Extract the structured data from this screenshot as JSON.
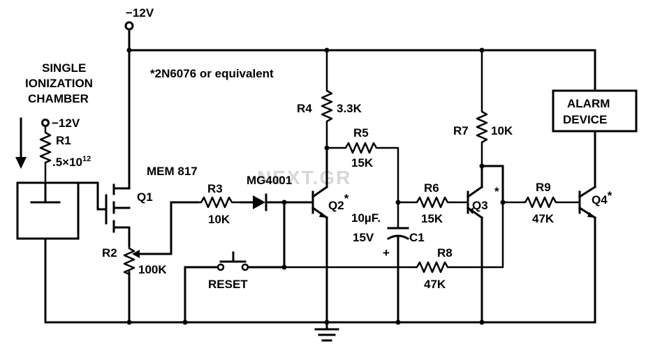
{
  "supply": {
    "top": "−12V",
    "r1": "−12V"
  },
  "chamber": {
    "line1": "SINGLE",
    "line2": "IONIZATION",
    "line3": "CHAMBER"
  },
  "note": "*2N6076 or equivalent",
  "watermark": "NEXT.GR",
  "r1": {
    "name": "R1",
    "value": ".5×10",
    "exp": "12"
  },
  "q1": {
    "part": "MEM 817",
    "name": "Q1"
  },
  "r2": {
    "name": "R2",
    "value": "100K"
  },
  "r3": {
    "name": "R3",
    "value": "10K"
  },
  "diode": {
    "part": "MG4001"
  },
  "r4": {
    "name": "R4",
    "value": "3.3K"
  },
  "r5": {
    "name": "R5",
    "value": "15K"
  },
  "q2": {
    "name": "Q2",
    "star": "*"
  },
  "c1": {
    "value1": "10µF.",
    "value2": "15V",
    "name": "C1",
    "polarity": "+"
  },
  "r6": {
    "name": "R6",
    "value": "15K"
  },
  "r7": {
    "name": "R7",
    "value": "10K"
  },
  "q3": {
    "name": "Q3",
    "star": "*"
  },
  "r8": {
    "name": "R8",
    "value": "47K"
  },
  "r9": {
    "name": "R9",
    "value": "47K"
  },
  "q4": {
    "name": "Q4",
    "star": "*"
  },
  "alarm": {
    "line1": "ALARM",
    "line2": "DEVICE"
  },
  "reset": {
    "label": "RESET"
  }
}
